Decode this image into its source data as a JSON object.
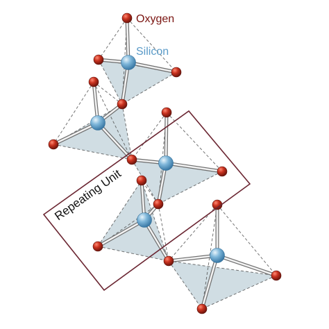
{
  "labels": {
    "oxygen": "Oxygen",
    "silicon": "Silicon",
    "repeating_unit": "Repeating Unit"
  },
  "colors": {
    "oxygen": "#b3261a",
    "silicon": "#6aaad3",
    "oxygen_label": "#7a1410",
    "silicon_label": "#5a9bc8",
    "box": "#6b2632",
    "face": "#c8d7de",
    "bond": "#8a8a8a"
  }
}
